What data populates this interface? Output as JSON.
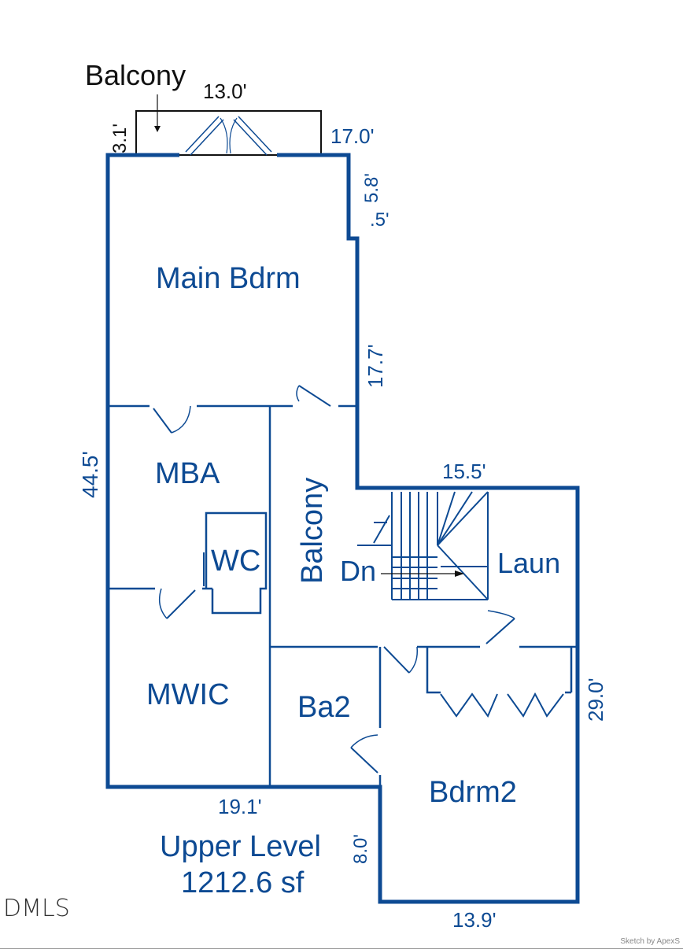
{
  "labels": {
    "balcony_top": "Balcony",
    "main_bdrm": "Main Bdrm",
    "mba": "MBA",
    "wc": "WC",
    "balcony_side": "Balcony",
    "dn": "Dn",
    "laun": "Laun",
    "mwic": "MWIC",
    "ba2": "Ba2",
    "bdrm2": "Bdrm2"
  },
  "dimensions": {
    "balcony_width": "13.0'",
    "balcony_depth": "3.1'",
    "right_top": "17.0'",
    "right_jog_1": "5.8'",
    "right_jog_2": ".5'",
    "right_mid": "17.7'",
    "left_total": "44.5'",
    "stair_top": "15.5'",
    "right_lower": "29.0'",
    "bottom_left": "19.1'",
    "step_down": "8.0'",
    "bottom_right": "13.9'"
  },
  "caption": {
    "level": "Upper Level",
    "area": "1212.6 sf"
  },
  "watermark": "DMLS",
  "credit": "Sketch by ApexS",
  "colors": {
    "plan_blue": "#0d4a93",
    "balcony_black": "#111111"
  }
}
